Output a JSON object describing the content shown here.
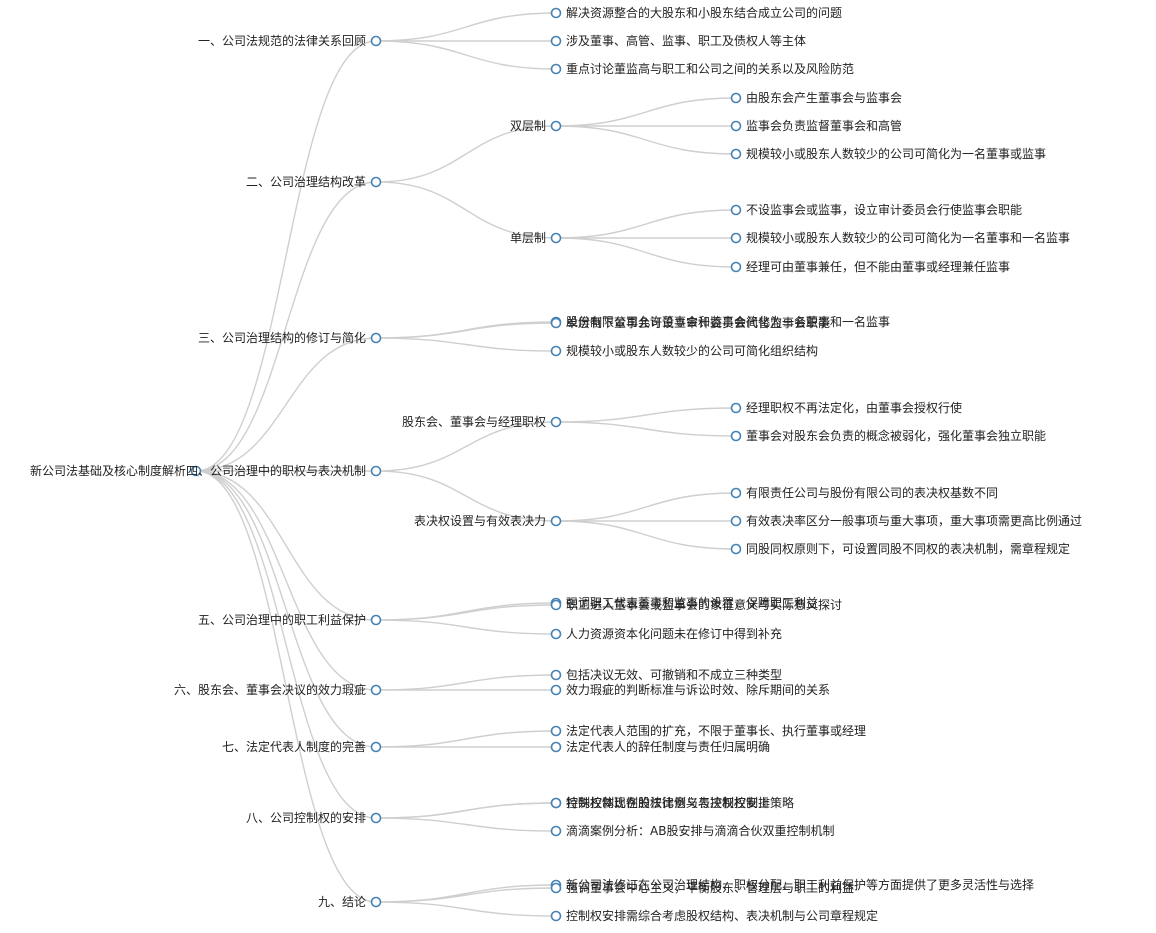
{
  "mindmap": {
    "root": {
      "label": "新公司法基础及核心制度解析",
      "children": [
        {
          "label": "一、公司法规范的法律关系回顾",
          "children": [
            {
              "label": "解决资源整合的大股东和小股东结合成立公司的问题"
            },
            {
              "label": "涉及董事、高管、监事、职工及债权人等主体"
            },
            {
              "label": "重点讨论董监高与职工和公司之间的关系以及风险防范"
            }
          ]
        },
        {
          "label": "二、公司治理结构改革",
          "children": [
            {
              "label": "双层制",
              "children": [
                {
                  "label": "由股东会产生董事会与监事会"
                },
                {
                  "label": "监事会负责监督董事会和高管"
                },
                {
                  "label": "规模较小或股东人数较少的公司可简化为一名董事或监事"
                }
              ]
            },
            {
              "label": "单层制",
              "children": [
                {
                  "label": "不设监事会或监事，设立审计委员会行使监事会职能"
                },
                {
                  "label": "规模较小或股东人数较少的公司可简化为一名董事和一名监事"
                },
                {
                  "label": "经理可由董事兼任，但不能由董事或经理兼任监事"
                }
              ]
            }
          ]
        },
        {
          "label": "三、公司治理结构的修订与简化",
          "children": [
            {
              "label": "股份有限公司允许董事会和监事会简化为一名董事和一名监事"
            },
            {
              "label": "单层制下董事会可设立审计委员会代替监事会职能"
            },
            {
              "label": "规模较小或股东人数较少的公司可简化组织结构"
            }
          ]
        },
        {
          "label": "四、公司治理中的职权与表决机制",
          "children": [
            {
              "label": "股东会、董事会与经理职权",
              "children": [
                {
                  "label": "经理职权不再法定化，由董事会授权行使"
                },
                {
                  "label": "董事会对股东会负责的概念被弱化，强化董事会独立职能"
                }
              ]
            },
            {
              "label": "表决权设置与有效表决力",
              "children": [
                {
                  "label": "有限责任公司与股份有限公司的表决权基数不同"
                },
                {
                  "label": "有效表决率区分一般事项与重大事项，重大事项需更高比例通过"
                },
                {
                  "label": "同股同权原则下，可设置同股不同权的表决机制，需章程规定"
                }
              ]
            }
          ]
        },
        {
          "label": "五、公司治理中的职工利益保护",
          "children": [
            {
              "label": "强调职工代表董事和监事的设置，保障职工利益"
            },
            {
              "label": "职工进入董事会或监事会的象征意义与实际意义探讨"
            },
            {
              "label": "人力资源资本化问题未在修订中得到补充"
            }
          ]
        },
        {
          "label": "六、股东会、董事会决议的效力瑕疵",
          "children": [
            {
              "label": "包括决议无效、可撤销和不成立三种类型"
            },
            {
              "label": "效力瑕疵的判断标准与诉讼时效、除斥期间的关系"
            }
          ]
        },
        {
          "label": "七、法定代表人制度的完善",
          "children": [
            {
              "label": "法定代表人范围的扩充，不限于董事长、执行董事或经理"
            },
            {
              "label": "法定代表人的辞任制度与责任归属明确"
            }
          ]
        },
        {
          "label": "八、公司控制权的安排",
          "children": [
            {
              "label": "控制权体现在股权比例与表决权控制上"
            },
            {
              "label": "特殊控制比例的法律意义与控制权安排策略"
            },
            {
              "label": "滴滴案例分析：AB股安排与滴滴合伙双重控制机制"
            }
          ]
        },
        {
          "label": "九、结论",
          "children": [
            {
              "label": "新公司法修订在公司治理结构、职权分配、职工利益保护等方面提供了更多灵活性与选择"
            },
            {
              "label": "强调董事会中心主义，平衡股东、管理层与职工的利益"
            },
            {
              "label": "控制权安排需综合考虑股权结构、表决机制与公司章程规定"
            }
          ]
        }
      ]
    }
  }
}
